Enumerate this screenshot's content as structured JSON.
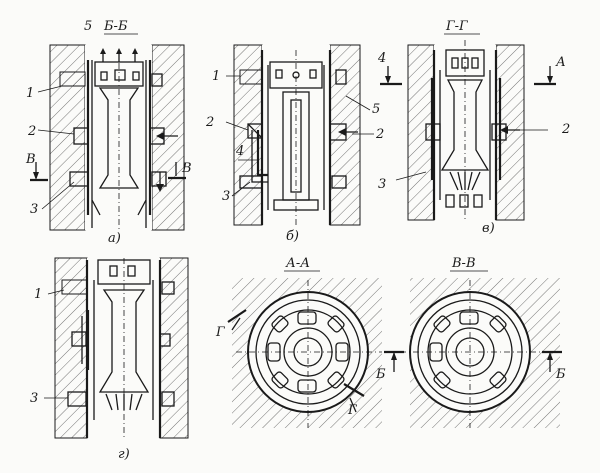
{
  "labels": {
    "a_5": "5",
    "title_BB": "Б-Б",
    "a_1": "1",
    "a_2": "2",
    "a_V": "В",
    "a_3": "3",
    "a_V2": "В",
    "cap_a": "а)",
    "b_1": "1",
    "b_2": "2",
    "b_4": "4",
    "b_3": "3",
    "b_5": "5",
    "b_2r": "2",
    "cap_b": "б)",
    "title_GG": "Г-Г",
    "v_4": "4",
    "v_A": "А",
    "v_2": "2",
    "v_3": "3",
    "cap_v": "в)",
    "g_1": "1",
    "g_3": "3",
    "cap_g": "г)",
    "title_AA": "А-А",
    "aa_G1": "Г",
    "aa_G2": "Г",
    "title_VV": "В-В",
    "vv_B1": "Б",
    "vv_B2": "Б"
  }
}
